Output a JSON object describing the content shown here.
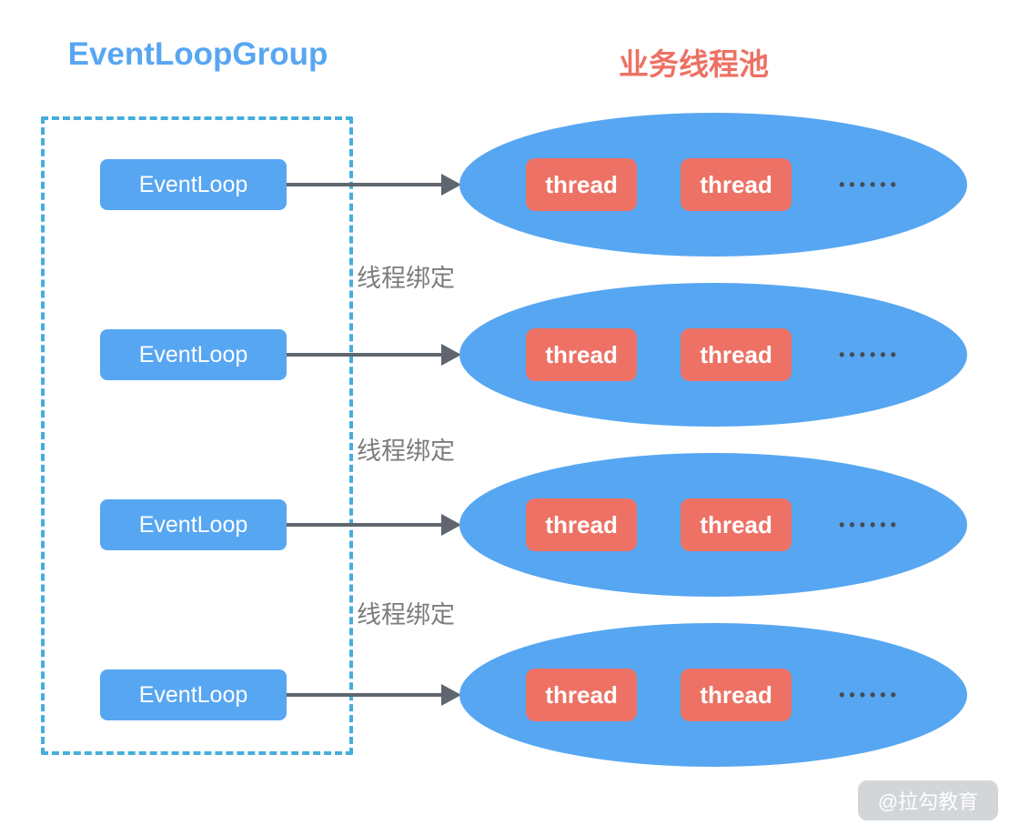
{
  "titles": {
    "left": "EventLoopGroup",
    "right": "业务线程池"
  },
  "rows": [
    {
      "label": "EventLoop",
      "thread1": "thread",
      "thread2": "thread",
      "dots": "••••••"
    },
    {
      "label": "EventLoop",
      "thread1": "thread",
      "thread2": "thread",
      "dots": "••••••"
    },
    {
      "label": "EventLoop",
      "thread1": "thread",
      "thread2": "thread",
      "dots": "••••••"
    },
    {
      "label": "EventLoop",
      "thread1": "thread",
      "thread2": "thread",
      "dots": "••••••"
    }
  ],
  "bindings": [
    "线程绑定",
    "线程绑定",
    "线程绑定"
  ],
  "watermark": "@拉勾教育",
  "colors": {
    "box_blue": "#57a6f2",
    "thread_salmon": "#ed7164",
    "title_blue": "#58a6f2",
    "title_red": "#ed7164",
    "dashed_border": "#45aedc",
    "arrow_gray": "#5f666e",
    "label_gray": "#7c7c7c"
  }
}
